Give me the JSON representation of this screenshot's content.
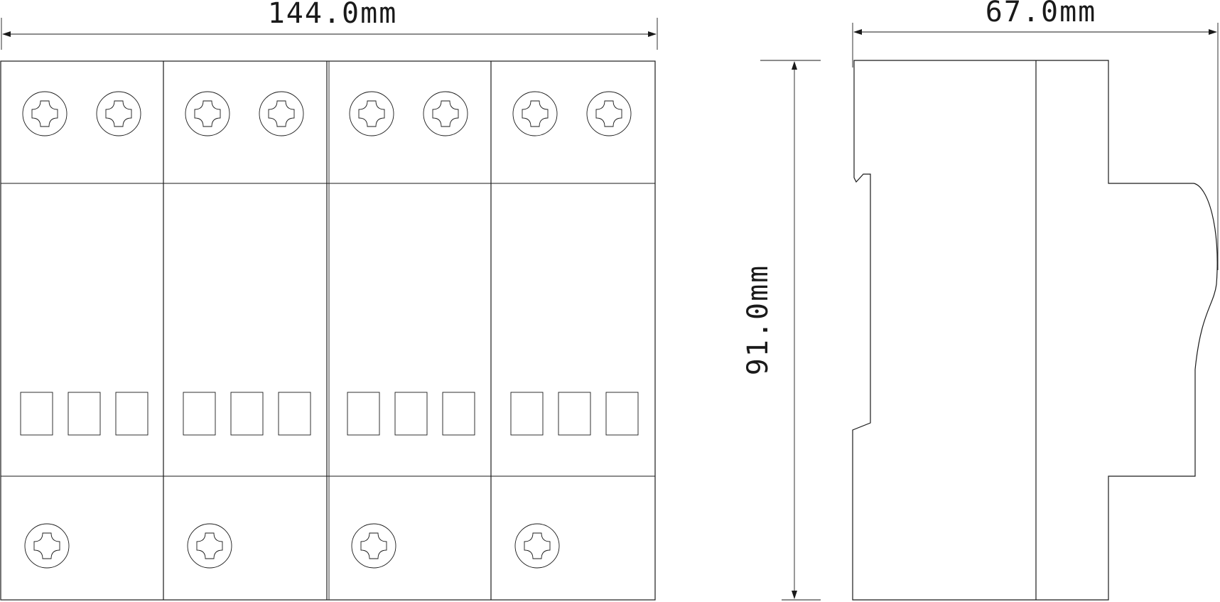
{
  "dimensions": {
    "width_label": "144.0mm",
    "height_label": "91.0mm",
    "depth_label": "67.0mm"
  },
  "colors": {
    "line": "#1a1a1a",
    "background": "#ffffff"
  },
  "front_view": {
    "module_count": 4,
    "top_screws_per_module": 2,
    "bottom_screws_per_module": 1,
    "indicator_windows_per_module": 3
  }
}
